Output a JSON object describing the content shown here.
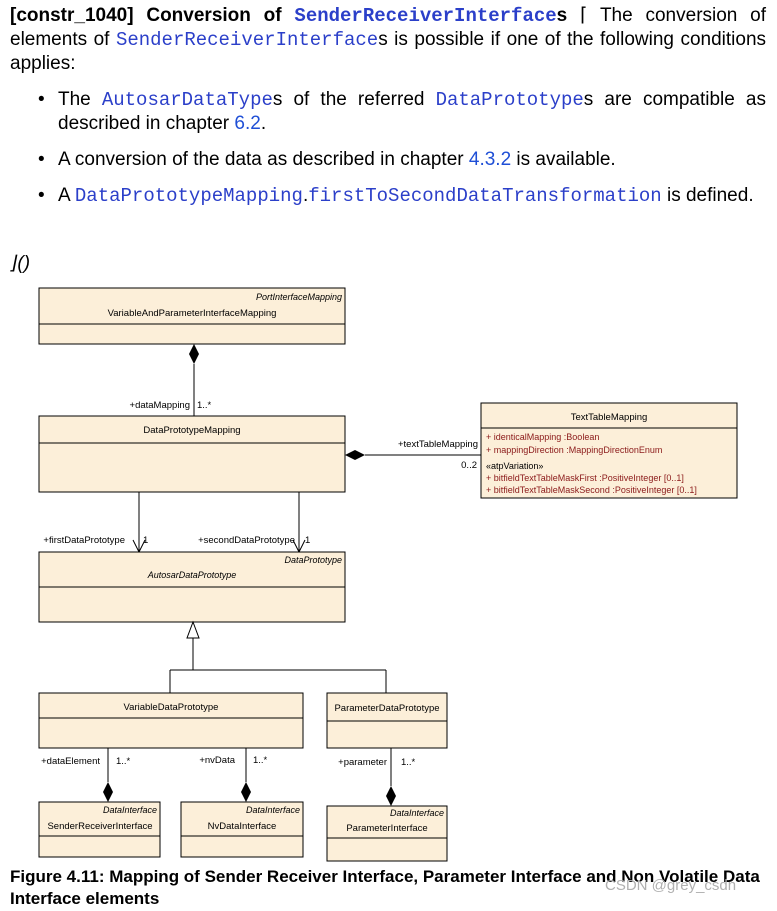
{
  "requirement": {
    "id": "[constr_1040] Conversion of ",
    "id_code": "SenderReceiverInterface",
    "id_suffix": "s",
    "bracket_open": "⌈",
    "text_1": "The conversion of elements of ",
    "text_code": "SenderReceiverInterface",
    "text_2": "s is possible if one of the following conditions applies:",
    "conditions": [
      {
        "p1": "The ",
        "c1": "AutosarDataType",
        "p2": "s of the referred ",
        "c2": "DataPrototype",
        "p3": "s are compatible as described in chapter ",
        "link": "6.2",
        "p4": "."
      },
      {
        "p1": "A conversion of the data as described in chapter ",
        "link": "4.3.2",
        "p2": " is available."
      },
      {
        "p1": "A ",
        "c1": "DataPrototypeMapping",
        "dot": ".",
        "c2": "firstToSecondDataTransformation",
        "p2": " is defined."
      }
    ],
    "end_mark": "⌋()"
  },
  "diagram": {
    "classes": {
      "vapim": {
        "stereotype": "PortInterfaceMapping",
        "name": "VariableAndParameterInterfaceMapping"
      },
      "dpm": {
        "name": "DataPrototypeMapping"
      },
      "ttm": {
        "name": "TextTableMapping",
        "attributes": [
          "+   identicalMapping  :Boolean",
          "+   mappingDirection  :MappingDirectionEnum"
        ],
        "variation": "«atpVariation»",
        "variation_attributes": [
          "+   bitfieldTextTableMaskFirst  :PositiveInteger [0..1]",
          "+   bitfieldTextTableMaskSecond  :PositiveInteger [0..1]"
        ]
      },
      "adp": {
        "stereotype": "DataPrototype",
        "name": "AutosarDataPrototype"
      },
      "vdp": {
        "name": "VariableDataPrototype"
      },
      "pdp": {
        "name": "ParameterDataPrototype"
      },
      "sri": {
        "stereotype": "DataInterface",
        "name": "SenderReceiverInterface"
      },
      "nvi": {
        "stereotype": "DataInterface",
        "name": "NvDataInterface"
      },
      "pi": {
        "stereotype": "DataInterface",
        "name": "ParameterInterface"
      }
    },
    "labels": {
      "data_mapping": "+dataMapping",
      "data_mapping_mult": "1..*",
      "text_table_mapping": "+textTableMapping",
      "text_table_mult": "0..2",
      "first_dp": "+firstDataPrototype",
      "first_dp_mult": "1",
      "second_dp": "+secondDataPrototype",
      "second_dp_mult": "1",
      "data_element": "+dataElement",
      "data_element_mult": "1..*",
      "nv_data": "+nvData",
      "nv_data_mult": "1..*",
      "parameter": "+parameter",
      "parameter_mult": "1..*"
    }
  },
  "caption": "Figure 4.11: Mapping of Sender Receiver Interface, Parameter Interface and Non Volatile Data Interface elements",
  "watermark": "CSDN @grey_csdn"
}
